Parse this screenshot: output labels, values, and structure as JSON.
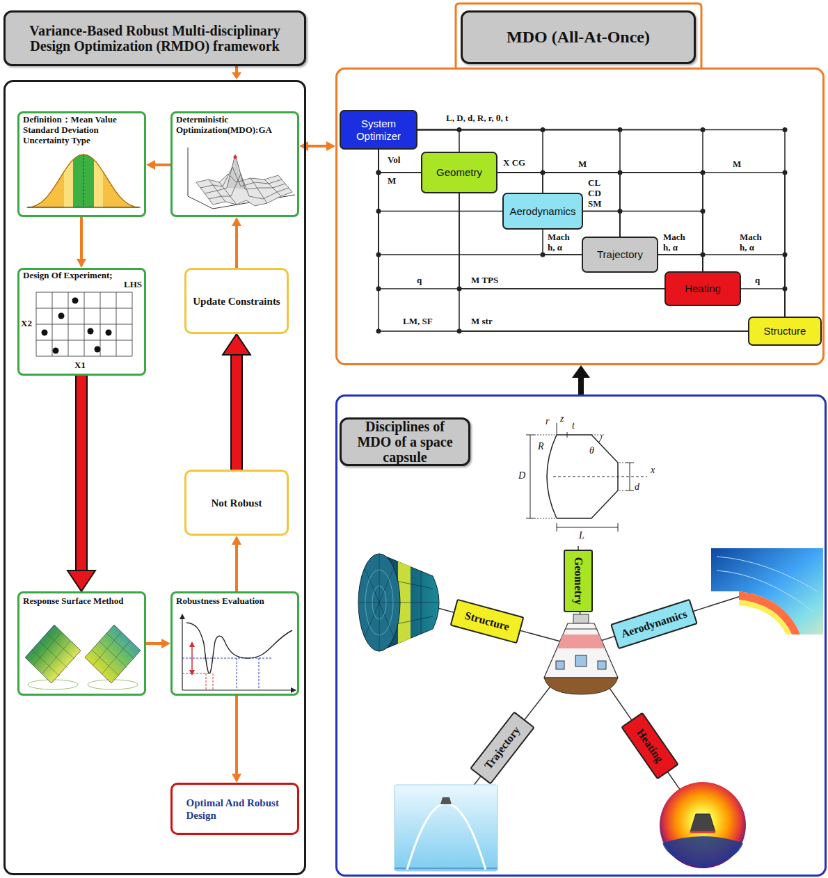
{
  "diagram": {
    "nodes": [
      {
        "text": [
          "Variance-Based Robust Multi-disciplinary Design Optimization (RMDO) framework"
        ]
      },
      {
        "text": [
          "Definition：Mean Value Standard Deviation Uncertainty Type"
        ],
        "in": 0
      },
      {
        "text": [
          "Deterministic Optimization(MDO):GA"
        ],
        "in": 0
      },
      {
        "text": [
          "Design Of Experiment;",
          "LHS",
          "X2",
          "X1"
        ],
        "in": 0
      },
      {
        "text": [
          "Update Constraints"
        ],
        "in": 0
      },
      {
        "text": [
          "Not Robust"
        ],
        "in": 0
      },
      {
        "text": [
          "Response Surface Method"
        ],
        "in": 0
      },
      {
        "text": [
          "Robustness Evaluation"
        ],
        "in": 0
      },
      {
        "text": [
          "Optimal And Robust Design"
        ],
        "in": 0
      },
      {
        "text": [
          "MDO (All-At-Once)"
        ]
      },
      {
        "text": [
          "System Optimizer"
        ],
        "in": 9
      },
      {
        "text": [
          "Geometry"
        ],
        "in": 9
      },
      {
        "text": [
          "Aerodynamics"
        ],
        "in": 9
      },
      {
        "text": [
          "Trajectory"
        ],
        "in": 9
      },
      {
        "text": [
          "Heating"
        ],
        "in": 9
      },
      {
        "text": [
          "Structure"
        ],
        "in": 9
      },
      {
        "text": [
          "Disciplines of MDO of a space capsule"
        ]
      },
      {
        "text": [
          "Geometry"
        ],
        "in": 16
      },
      {
        "text": [
          "Structure"
        ],
        "in": 16
      },
      {
        "text": [
          "Aerodynamics"
        ],
        "in": 16
      },
      {
        "text": [
          "Trajectory"
        ],
        "in": 16
      },
      {
        "text": [
          "Heating"
        ],
        "in": 16
      }
    ],
    "edges": [
      {
        "from": 2,
        "to": 1,
        "arrow": "to"
      },
      {
        "from": 1,
        "to": 3,
        "arrow": "to"
      },
      {
        "from": 3,
        "to": 6,
        "arrow": "to"
      },
      {
        "from": 6,
        "to": 7,
        "arrow": "to"
      },
      {
        "from": 7,
        "to": 5,
        "arrow": "to"
      },
      {
        "from": 5,
        "to": 4,
        "arrow": "to"
      },
      {
        "from": 4,
        "to": 2,
        "arrow": "to"
      },
      {
        "from": 7,
        "to": 8,
        "arrow": "to"
      },
      {
        "from": 2,
        "to": 9,
        "arrow": "both"
      },
      {
        "from": 16,
        "to": 9,
        "arrow": "to"
      },
      {
        "from": 10,
        "to": 11,
        "label": "L, D, d, R, r, θ, t",
        "arrow": "none"
      },
      {
        "from": 10,
        "to": 12,
        "arrow": "none"
      },
      {
        "from": 10,
        "to": 13,
        "arrow": "none"
      },
      {
        "from": 10,
        "to": 14,
        "arrow": "none"
      },
      {
        "from": 10,
        "to": 15,
        "arrow": "none"
      },
      {
        "from": 11,
        "to": 10,
        "label": "Vol",
        "arrow": "none"
      },
      {
        "from": 11,
        "to": 10,
        "label": "M",
        "arrow": "none"
      },
      {
        "from": 11,
        "to": 12,
        "label": "X CG",
        "arrow": "none"
      },
      {
        "from": 11,
        "to": 13,
        "label": "M",
        "arrow": "none"
      },
      {
        "from": 11,
        "to": 14,
        "arrow": "none"
      },
      {
        "from": 11,
        "to": 15,
        "label": "M",
        "arrow": "none"
      },
      {
        "from": 12,
        "to": 10,
        "arrow": "none"
      },
      {
        "from": 12,
        "to": 13,
        "label": "CL CD SM",
        "arrow": "none"
      },
      {
        "from": 12,
        "to": 14,
        "arrow": "none"
      },
      {
        "from": 13,
        "to": 10,
        "arrow": "none"
      },
      {
        "from": 13,
        "to": 12,
        "label": "Mach h, α",
        "arrow": "none"
      },
      {
        "from": 13,
        "to": 14,
        "label": "Mach h, α",
        "arrow": "none"
      },
      {
        "from": 13,
        "to": 15,
        "label": "Mach h, α",
        "arrow": "none"
      },
      {
        "from": 14,
        "to": 10,
        "label": "q",
        "arrow": "none"
      },
      {
        "from": 14,
        "to": 11,
        "label": "M TPS",
        "arrow": "none"
      },
      {
        "from": 14,
        "to": 15,
        "label": "q",
        "arrow": "none"
      },
      {
        "from": 15,
        "to": 10,
        "label": "LM, SF",
        "arrow": "none"
      },
      {
        "from": 15,
        "to": 11,
        "label": "M str",
        "arrow": "none"
      }
    ],
    "labels": [
      "r",
      "z",
      "t",
      "R",
      "D",
      "θ",
      "x",
      "d",
      "L"
    ]
  }
}
